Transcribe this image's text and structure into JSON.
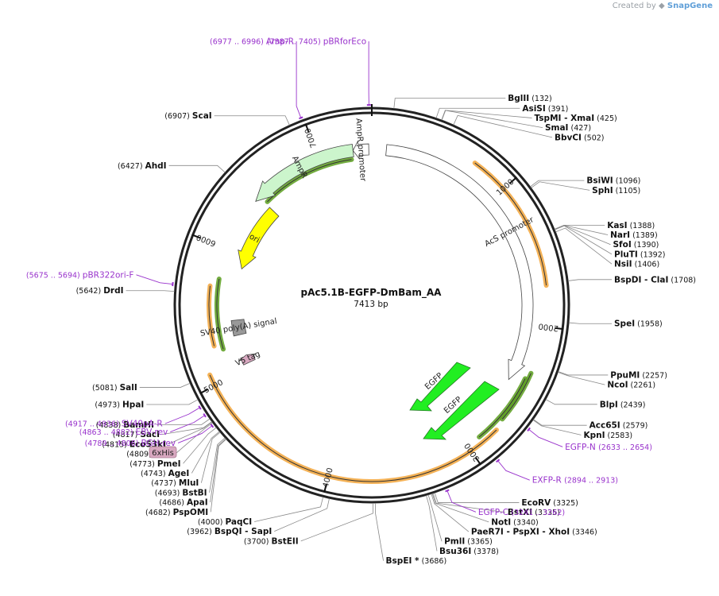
{
  "watermark": {
    "created_by": "Created by",
    "brand": "SnapGene"
  },
  "plasmid": {
    "name": "pAc5.1B-EGFP-DmBam_AA",
    "length_label": "7413 bp",
    "total_bp": 7413
  },
  "colors": {
    "backbone": "#222222",
    "site_line": "#888888",
    "primer": "#9933cc",
    "feature_orange": "#f2a53a",
    "feature_green": "#5a9e1f"
  },
  "ticks": [
    {
      "bp": 1000,
      "label": "1000"
    },
    {
      "bp": 2000,
      "label": "2000"
    },
    {
      "bp": 3000,
      "label": "3000"
    },
    {
      "bp": 4000,
      "label": "4000"
    },
    {
      "bp": 5000,
      "label": "5000"
    },
    {
      "bp": 6000,
      "label": "6000"
    },
    {
      "bp": 7000,
      "label": "7000"
    }
  ],
  "features": [
    {
      "name": "AmpR promoter",
      "kind": "promoter",
      "start": 7270,
      "end": 7390,
      "strand": -1,
      "track": 1,
      "color": "#ffffff",
      "label_on_arc": true
    },
    {
      "name": "AmpR",
      "kind": "cds",
      "start": 6420,
      "end": 7270,
      "strand": -1,
      "track": 1,
      "color": "#ccf5cc",
      "label_on_arc": true
    },
    {
      "name": "ori",
      "kind": "origin",
      "start": 5880,
      "end": 6460,
      "strand": -1,
      "track": 2,
      "color": "#ffff00",
      "label_on_arc": true
    },
    {
      "name": "AcS promoter",
      "kind": "promoter",
      "start": 110,
      "end": 2440,
      "strand": 1,
      "track": 1,
      "color": "#ffffff",
      "label_on_arc": true
    },
    {
      "name": "SV40 poly(A) signal",
      "kind": "polyA",
      "start": 5300,
      "end": 5430,
      "strand": 0,
      "track": 2,
      "color": "#999999",
      "label_on_arc": true
    },
    {
      "name": "V5 tag",
      "kind": "tag",
      "start": 5045,
      "end": 5115,
      "strand": 1,
      "track": 2,
      "color": "#d8a8c0",
      "label_on_arc": true
    }
  ],
  "egfp": [
    {
      "name": "EGFP",
      "label": "EGFP"
    },
    {
      "name": "EGFP",
      "label": "EGFP"
    }
  ],
  "tag_box": {
    "label": "6xHis"
  },
  "sites_right": [
    {
      "names": [
        "BglII"
      ],
      "pos_label": "(132)",
      "bp": 132
    },
    {
      "names": [
        "AsiSI"
      ],
      "pos_label": "(391)",
      "bp": 391
    },
    {
      "names": [
        "TspMI",
        "- XmaI"
      ],
      "pos_label": "(425)",
      "bp": 425
    },
    {
      "names": [
        "SmaI"
      ],
      "pos_label": "(427)",
      "bp": 427
    },
    {
      "names": [
        "BbvCI"
      ],
      "pos_label": "(502)",
      "bp": 502
    },
    {
      "names": [
        "BsiWI"
      ],
      "pos_label": "(1096)",
      "bp": 1096
    },
    {
      "names": [
        "SphI"
      ],
      "pos_label": "(1105)",
      "bp": 1105
    },
    {
      "names": [
        "KasI"
      ],
      "pos_label": "(1388)",
      "bp": 1388
    },
    {
      "names": [
        "NarI"
      ],
      "pos_label": "(1389)",
      "bp": 1389
    },
    {
      "names": [
        "SfoI"
      ],
      "pos_label": "(1390)",
      "bp": 1390
    },
    {
      "names": [
        "PluTI"
      ],
      "pos_label": "(1392)",
      "bp": 1392
    },
    {
      "names": [
        "NsiI"
      ],
      "pos_label": "(1406)",
      "bp": 1406
    },
    {
      "names": [
        "BspDI",
        "- ClaI"
      ],
      "pos_label": "(1708)",
      "bp": 1708
    },
    {
      "names": [
        "SpeI"
      ],
      "pos_label": "(1958)",
      "bp": 1958
    },
    {
      "names": [
        "PpuMI"
      ],
      "pos_label": "(2257)",
      "bp": 2257
    },
    {
      "names": [
        "NcoI"
      ],
      "pos_label": "(2261)",
      "bp": 2261
    },
    {
      "names": [
        "BlpI"
      ],
      "pos_label": "(2439)",
      "bp": 2439
    },
    {
      "names": [
        "Acc65I"
      ],
      "pos_label": "(2579)",
      "bp": 2579
    },
    {
      "names": [
        "KpnI"
      ],
      "pos_label": "(2583)",
      "bp": 2583
    },
    {
      "names": [
        "EcoRV"
      ],
      "pos_label": "(3325)",
      "bp": 3325
    },
    {
      "names": [
        "BstXI"
      ],
      "pos_label": "(3335)",
      "bp": 3335
    },
    {
      "names": [
        "NotI"
      ],
      "pos_label": "(3340)",
      "bp": 3340
    },
    {
      "names": [
        "PaeR7I",
        "- PspXI",
        "- XhoI"
      ],
      "pos_label": "(3346)",
      "bp": 3346
    },
    {
      "names": [
        "PmlI"
      ],
      "pos_label": "(3365)",
      "bp": 3365
    },
    {
      "names": [
        "Bsu36I"
      ],
      "pos_label": "(3378)",
      "bp": 3378
    },
    {
      "names": [
        "BspEI *"
      ],
      "pos_label": "(3686)",
      "bp": 3686
    }
  ],
  "sites_left": [
    {
      "names": [
        "ScaI"
      ],
      "pos_label": "(6907)",
      "bp": 6907
    },
    {
      "names": [
        "AhdI"
      ],
      "pos_label": "(6427)",
      "bp": 6427
    },
    {
      "names": [
        "DrdI"
      ],
      "pos_label": "(5642)",
      "bp": 5642
    },
    {
      "names": [
        "SalI"
      ],
      "pos_label": "(5081)",
      "bp": 5081
    },
    {
      "names": [
        "HpaI"
      ],
      "pos_label": "(4973)",
      "bp": 4973
    },
    {
      "names": [
        "BamHI"
      ],
      "pos_label": "(4838)",
      "bp": 4838
    },
    {
      "names": [
        "SacI"
      ],
      "pos_label": "(4817)",
      "bp": 4817
    },
    {
      "names": [
        "Eco53kI"
      ],
      "pos_label": "(4815)",
      "bp": 4815
    },
    {
      "names": [
        "StuI"
      ],
      "pos_label": "(4809)",
      "bp": 4809
    },
    {
      "names": [
        "PmeI"
      ],
      "pos_label": "(4773)",
      "bp": 4773
    },
    {
      "names": [
        "AgeI"
      ],
      "pos_label": "(4743)",
      "bp": 4743
    },
    {
      "names": [
        "MluI"
      ],
      "pos_label": "(4737)",
      "bp": 4737
    },
    {
      "names": [
        "BstBI"
      ],
      "pos_label": "(4693)",
      "bp": 4693
    },
    {
      "names": [
        "ApaI"
      ],
      "pos_label": "(4686)",
      "bp": 4686
    },
    {
      "names": [
        "PspOMI"
      ],
      "pos_label": "(4682)",
      "bp": 4682
    },
    {
      "names": [
        "PaqCI"
      ],
      "pos_label": "(4000)",
      "bp": 4000
    },
    {
      "names": [
        "BspQI",
        "- SapI"
      ],
      "pos_label": "(3962)",
      "bp": 3962
    },
    {
      "names": [
        "BstEII"
      ],
      "pos_label": "(3700)",
      "bp": 3700
    }
  ],
  "primers": [
    {
      "name": "pBRforEco",
      "range": "(7387 .. 7405)",
      "bp": 7396
    },
    {
      "name": "Amp-R",
      "range": "(6977 .. 6996)",
      "bp": 6986
    },
    {
      "name": "pBR322ori-F",
      "range": "(5675 .. 5694)",
      "bp": 5684
    },
    {
      "name": "SV40pA-R",
      "range": "(4917 .. 4936)",
      "bp": 4926
    },
    {
      "name": "EBV-rev",
      "range": "(4863 .. 4882)",
      "bp": 4872
    },
    {
      "name": "BGH-rev",
      "range": "(4789 .. 4806)",
      "bp": 4797
    },
    {
      "name": "EGFP-N",
      "range": "(2633 .. 2654)",
      "bp": 2643
    },
    {
      "name": "EXFP-R",
      "range": "(2894 .. 2913)",
      "bp": 2903
    },
    {
      "name": "EGFP-C",
      "range": "(3241 .. 3262)",
      "bp": 3251
    }
  ]
}
